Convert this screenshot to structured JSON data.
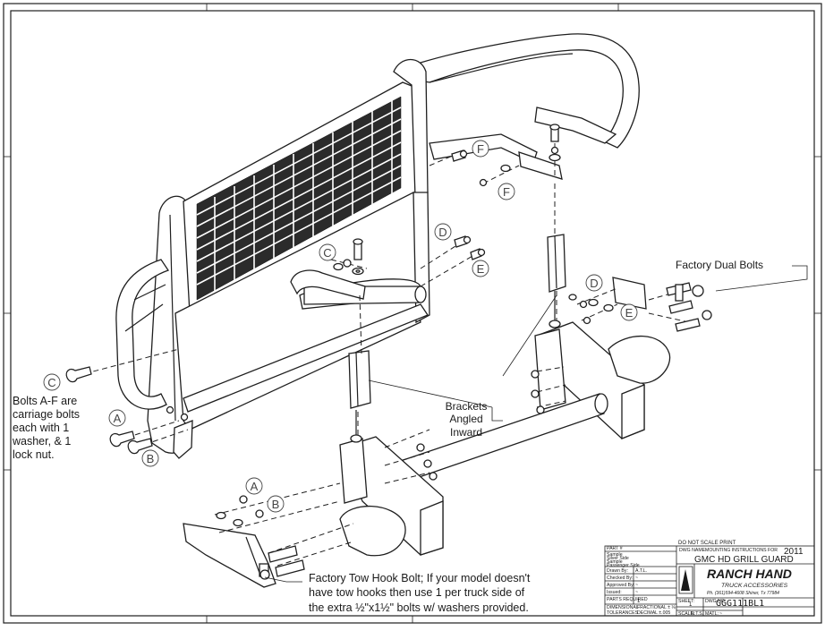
{
  "notes": {
    "bolts_note": [
      "Bolts A-F are",
      "carriage bolts",
      "each with 1",
      "washer, & 1",
      "lock nut."
    ],
    "factory_dual_bolts": "Factory Dual Bolts",
    "brackets_angled": [
      "Brackets",
      "Angled",
      "Inward"
    ],
    "tow_hook": [
      "Factory Tow Hook Bolt; If your model doesn't",
      "have tow hooks then use 1 per truck side of",
      "the extra ½\"x1½\" bolts w/ washers provided."
    ]
  },
  "part_labels": {
    "a": "A",
    "b": "B",
    "c": "C",
    "d": "D",
    "e": "E",
    "f": "F"
  },
  "title_block": {
    "do_not_scale": "DO NOT SCALE PRINT",
    "dwg_name_label": "DWG NAME:",
    "dwg_name_value": "MOUNTING INSTRUCTIONS FOR",
    "year": "2011",
    "model": "GMC HD GRILL GUARD",
    "part_no_label": "PART #",
    "sample_lines": [
      "Sample",
      "Silver Side",
      "Sample",
      "Passenger Side"
    ],
    "drawn_by_label": "Drawn By:",
    "drawn_by_value": "A.T.L.",
    "checked_by_label": "Checked By:",
    "checked_by_value": "~",
    "approved_by_label": "Approved By:",
    "approved_by_value": "~",
    "issued_label": "Issued:",
    "issued_value": "~",
    "parts_required_label": "PARTS REQUIRED",
    "parts_required_value": "1",
    "dimensional_label": "DIMENSIONAL",
    "tolerances_label": "TOLERANCES",
    "fractional_label": "FRACTIONAL ± ⅛",
    "decimal_label": "DECIMAL ±.005",
    "scale_label": "SCALE:",
    "scale_value": "N.T.S.",
    "matl_label": "MATL:",
    "matl_value": "~",
    "sheet_label": "SHEET:",
    "sheet_value": "1",
    "dwg_no_label": "DWG NO.",
    "dwg_no_value": "GGG111BL1",
    "company_main": "RANCH HAND",
    "company_sub": "TRUCK ACCESSORIES",
    "company_phone": "Ph. (361)594-4608 Shiner, Tx 77984"
  },
  "colors": {
    "line": "#1f1f1f",
    "mesh": "#2b2b2b",
    "label_circle": "#444444",
    "background": "#ffffff"
  }
}
